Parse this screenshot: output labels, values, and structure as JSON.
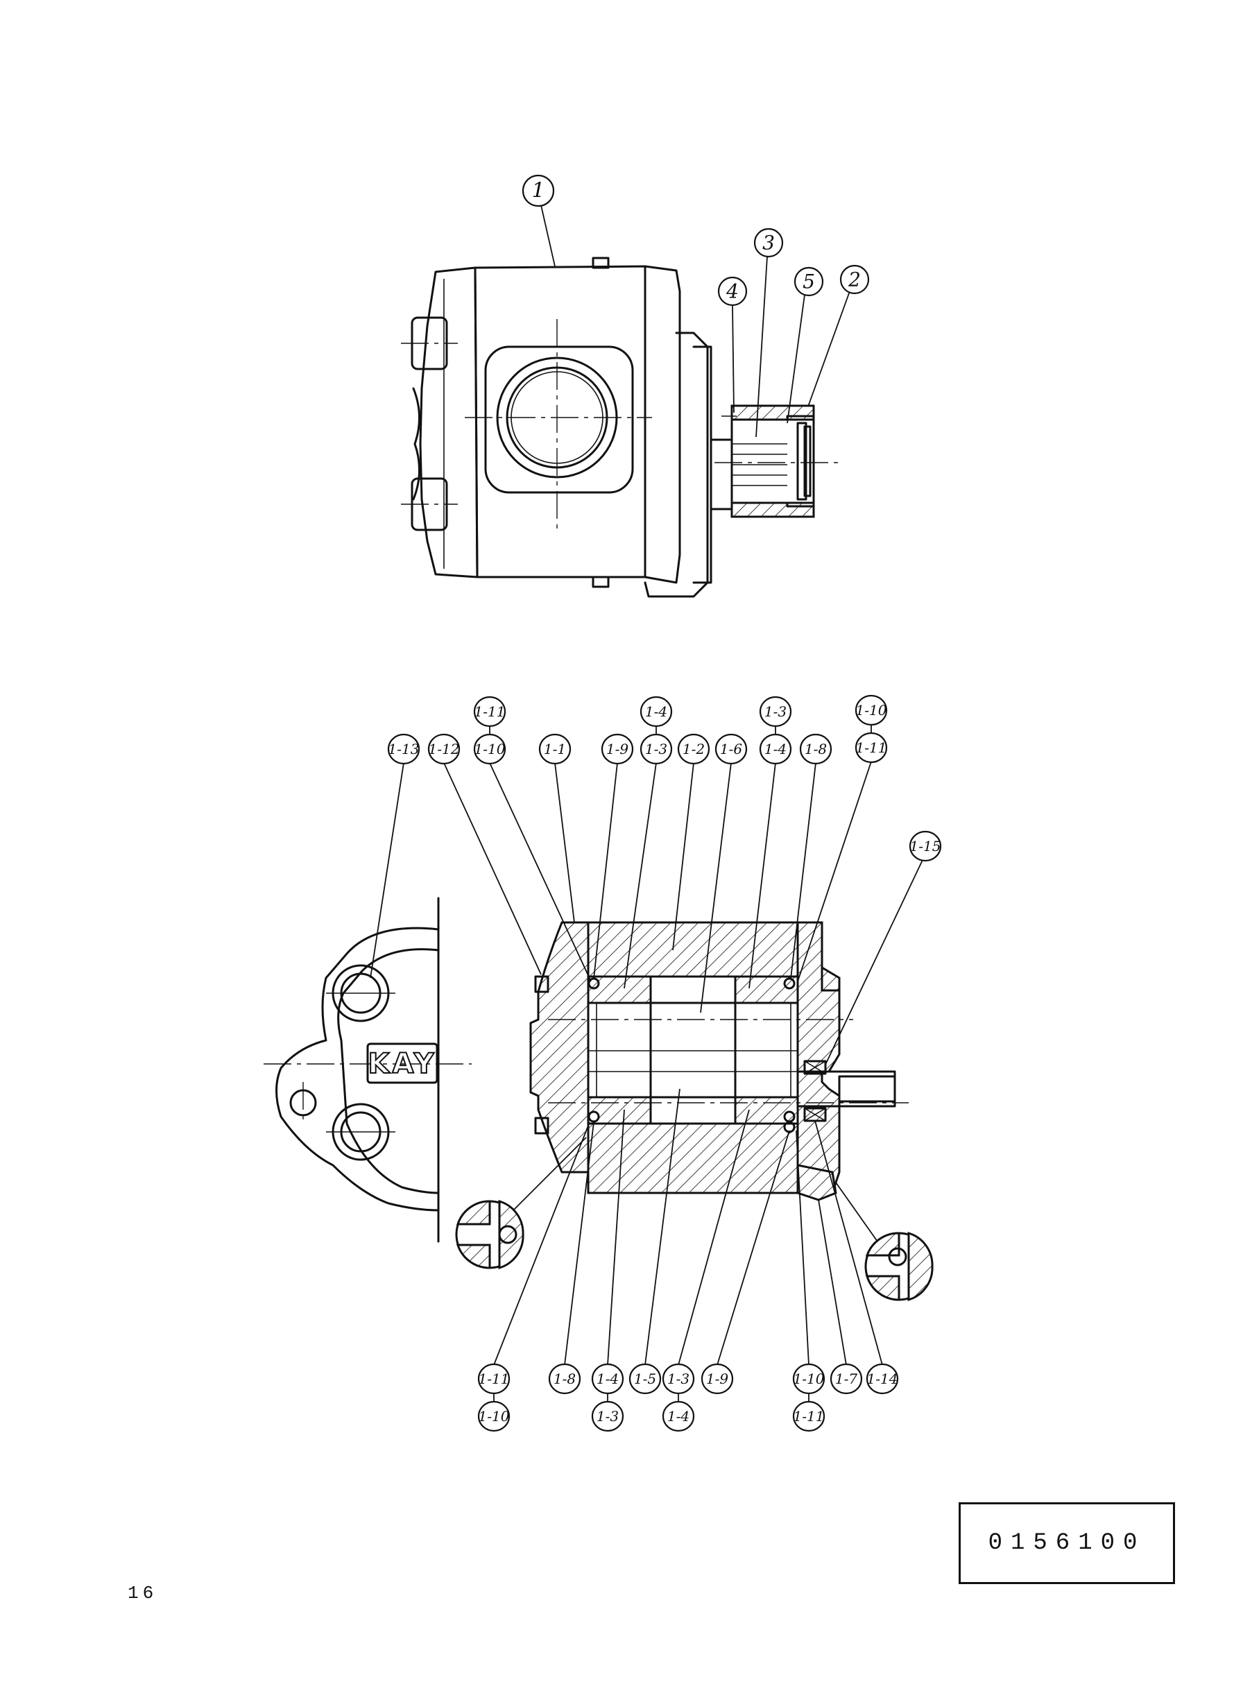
{
  "document": {
    "page_number": "16",
    "drawing_number": "0156100",
    "logo_text": "KAY"
  },
  "exterior_view": {
    "callouts": [
      "1",
      "2",
      "3",
      "4",
      "5"
    ]
  },
  "section_view": {
    "callouts_top": [
      {
        "label": "1-13"
      },
      {
        "label": "1-12"
      },
      {
        "label": "1-10",
        "alt": "1-11"
      },
      {
        "label": "1-1"
      },
      {
        "label": "1-9"
      },
      {
        "label": "1-3",
        "alt": "1-4"
      },
      {
        "label": "1-2"
      },
      {
        "label": "1-6"
      },
      {
        "label": "1-4",
        "alt": "1-3"
      },
      {
        "label": "1-8"
      },
      {
        "label": "1-11",
        "alt": "1-10"
      },
      {
        "label": "1-15"
      }
    ],
    "callouts_bottom": [
      {
        "label": "1-11",
        "alt": "1-10"
      },
      {
        "label": "1-8"
      },
      {
        "label": "1-4",
        "alt": "1-3"
      },
      {
        "label": "1-5"
      },
      {
        "label": "1-3",
        "alt": "1-4"
      },
      {
        "label": "1-9"
      },
      {
        "label": "1-10",
        "alt": "1-11"
      },
      {
        "label": "1-7"
      },
      {
        "label": "1-14"
      }
    ]
  }
}
